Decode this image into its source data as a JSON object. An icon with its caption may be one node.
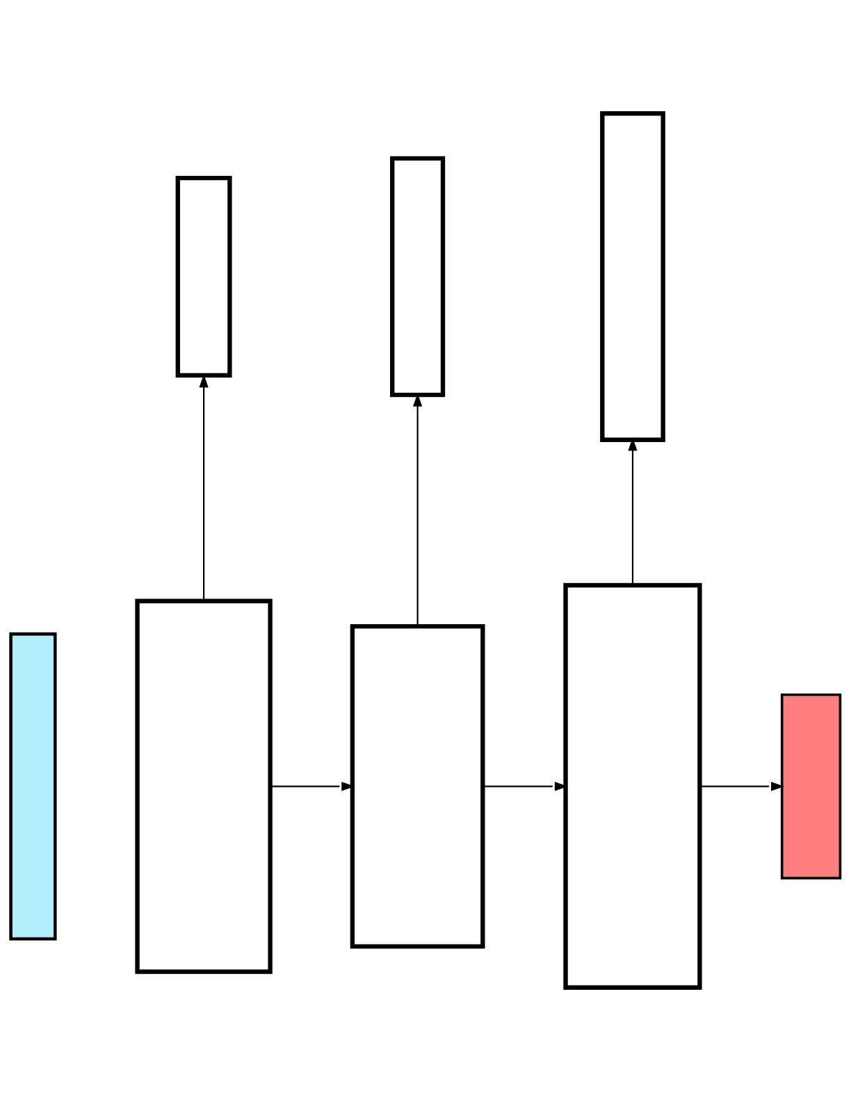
{
  "diagram": {
    "nodes": [
      {
        "text": [],
        "shape": "box"
      },
      {
        "text": [],
        "shape": "box"
      },
      {
        "text": [],
        "shape": "box"
      },
      {
        "text": [],
        "shape": "box"
      },
      {
        "text": [],
        "shape": "box"
      },
      {
        "text": [],
        "shape": "box"
      },
      {
        "text": [],
        "shape": "box"
      },
      {
        "text": [],
        "shape": "box"
      }
    ],
    "edges": [
      {
        "from": 1,
        "to": 2,
        "arrow": "to"
      },
      {
        "from": 1,
        "to": 3,
        "arrow": "to"
      },
      {
        "from": 3,
        "to": 4,
        "arrow": "to"
      },
      {
        "from": 3,
        "to": 5,
        "arrow": "to"
      },
      {
        "from": 5,
        "to": 6,
        "arrow": "to"
      },
      {
        "from": 5,
        "to": 7,
        "arrow": "to"
      }
    ]
  }
}
